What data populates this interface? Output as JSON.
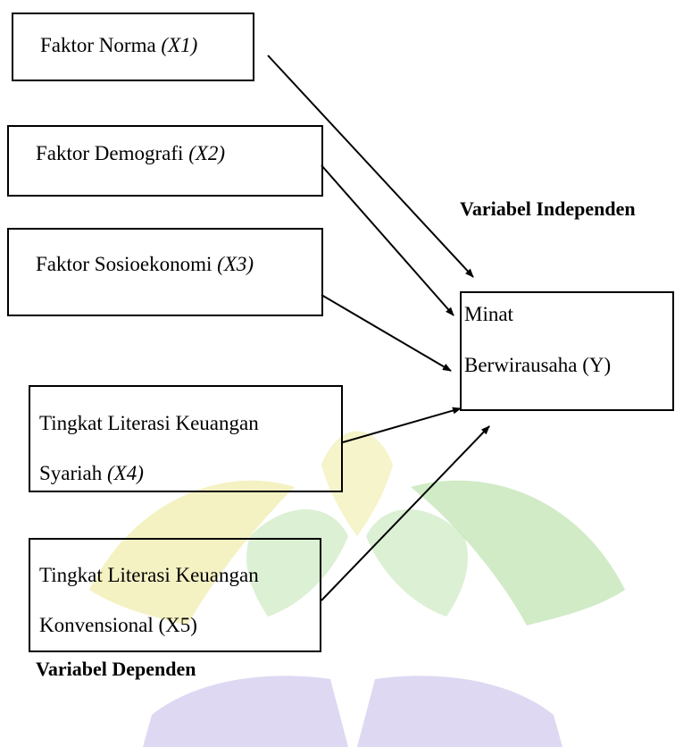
{
  "boxes": {
    "x1": {
      "text": "Faktor Norma ",
      "code": "(X1)"
    },
    "x2": {
      "text": "Faktor Demografi ",
      "code": "(X2)"
    },
    "x3": {
      "text": "Faktor Sosioekonomi ",
      "code": "(X3)"
    },
    "x4": {
      "line1": "Tingkat Literasi Keuangan",
      "line2": "Syariah ",
      "code": "(X4)"
    },
    "x5": {
      "line1": "Tingkat Literasi Keuangan",
      "line2": "Konvensional (X5)"
    },
    "y": {
      "line1": "Minat",
      "line2": "Berwirausaha (Y)"
    }
  },
  "labels": {
    "independen": "Variabel Independen",
    "dependen": "Variabel Dependen"
  },
  "colors": {
    "watermark_green": "#c5e6b8",
    "watermark_yellow": "#f1efb4",
    "watermark_purple": "#d0c8ec"
  }
}
